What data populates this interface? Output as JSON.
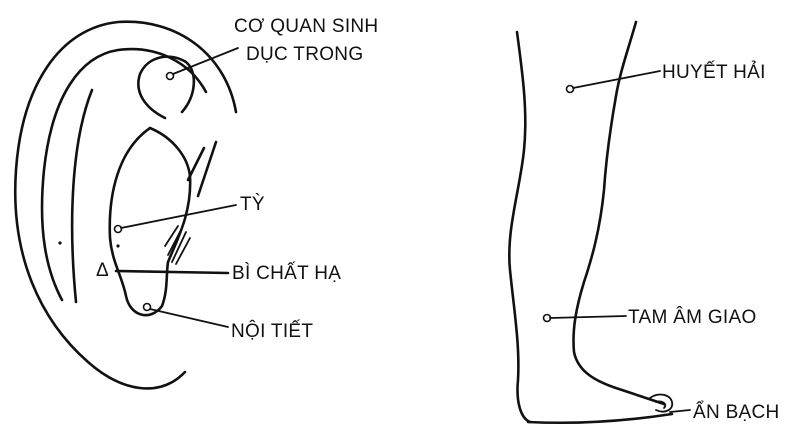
{
  "ear": {
    "labels": {
      "genital": [
        "CƠ QUAN SINH",
        "DỤC TRONG"
      ],
      "spleen": "TỲ",
      "subcortex": "BÌ CHẤT HẠ",
      "endocrine": "NỘI TIẾT"
    },
    "triangle_mark": "Δ"
  },
  "leg": {
    "labels": {
      "xuehai": "HUYẾT HẢI",
      "sanyinjiao": "TAM ÂM GIAO",
      "yinbai": "ẨN BẠCH"
    }
  }
}
